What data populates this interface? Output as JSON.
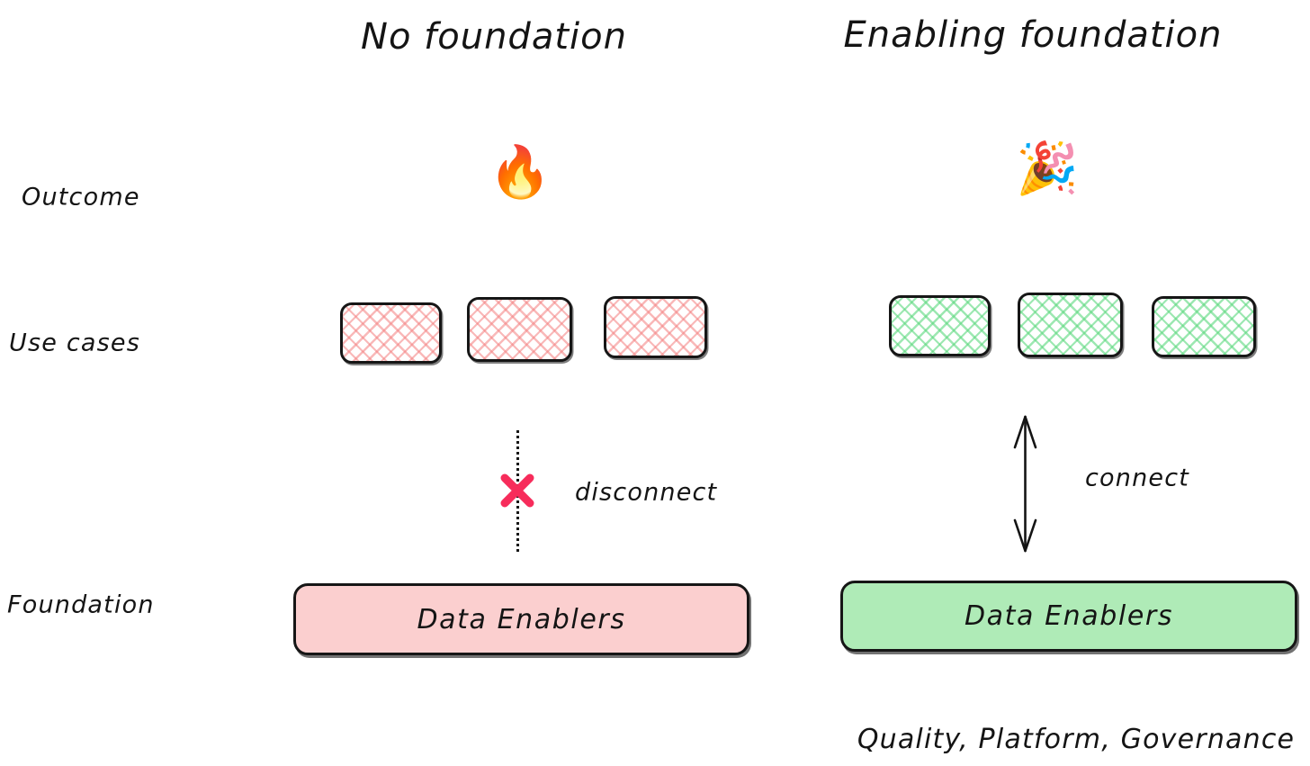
{
  "diagram": {
    "columns": [
      {
        "id": "no-foundation",
        "title": "No foundation"
      },
      {
        "id": "enabling-foundation",
        "title": "Enabling foundation"
      }
    ],
    "row_labels": [
      {
        "id": "outcome",
        "label": "Outcome"
      },
      {
        "id": "use-cases",
        "label": "Use cases"
      },
      {
        "id": "foundation",
        "label": "Foundation"
      }
    ],
    "outcomes": [
      {
        "id": "left-outcome",
        "icon": "fire-icon",
        "glyph": "🔥"
      },
      {
        "id": "right-outcome",
        "icon": "party-popper-icon",
        "glyph": "🎉"
      }
    ],
    "use_cases": {
      "left": [
        {
          "id": "left-use-case-1",
          "label": ""
        },
        {
          "id": "left-use-case-2",
          "label": ""
        },
        {
          "id": "left-use-case-3",
          "label": ""
        }
      ],
      "right": [
        {
          "id": "right-use-case-1",
          "label": ""
        },
        {
          "id": "right-use-case-2",
          "label": ""
        },
        {
          "id": "right-use-case-3",
          "label": ""
        }
      ]
    },
    "connectors": [
      {
        "id": "disconnect",
        "label": "disconnect",
        "style": "dotted-line-with-x",
        "marker": "x-mark",
        "marker_color": "#F72C5B"
      },
      {
        "id": "connect",
        "label": "connect",
        "style": "double-headed-arrow",
        "marker": "arrow",
        "marker_color": "#141414"
      }
    ],
    "foundations": [
      {
        "id": "left-foundation",
        "label": "Data Enablers",
        "fill": "#FBCFCF"
      },
      {
        "id": "right-foundation",
        "label": "Data Enablers",
        "fill": "#AFEBB7"
      }
    ],
    "caption": "Quality, Platform, Governance",
    "colors": {
      "stroke": "#161616",
      "pink_fill": "#FBCFCF",
      "green_fill": "#AFEBB7",
      "pink_hatch": "#F48080",
      "green_hatch": "#5CD87E",
      "x_mark": "#F72C5B",
      "background": "#FFFFFF"
    }
  }
}
